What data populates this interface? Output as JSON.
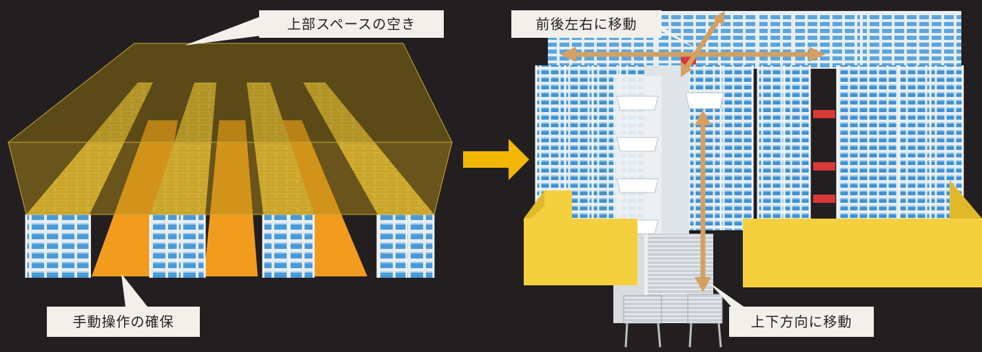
{
  "callouts": {
    "top_space": "上部スペースの空き",
    "manual_operation": "手動操作の確保",
    "horizontal_move": "前後左右に移動",
    "vertical_move": "上下方向に移動"
  },
  "colors": {
    "background": "#231f20",
    "callout_bg": "#f2f0ea",
    "callout_text": "#231f20",
    "empty_space_overlay": "#8a6d10",
    "aisle_orange": "#f29c1f",
    "rack_blue": "#4a9ad8",
    "rack_frame": "#e8eef2",
    "transition_arrow": "#f2b705",
    "movement_arrow": "#d4a063",
    "base_yellow": "#f4d03f"
  },
  "icons": {
    "transition_arrow": "right-arrow-icon",
    "movement_arrows": "double-headed-arrow-icon"
  }
}
